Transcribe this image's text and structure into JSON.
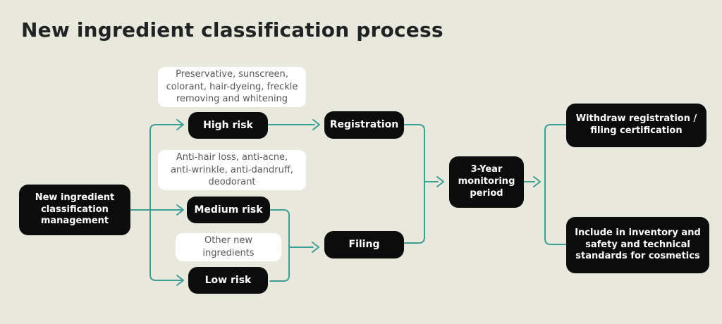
{
  "title": "New ingredient classification process",
  "colors": {
    "background": "#e9e8dc",
    "title_text": "#1f2323",
    "node_bg": "#0c0c0c",
    "node_text": "#ffffff",
    "note_bg": "#ffffff",
    "note_text": "#56585b",
    "connector": "#3f9d95"
  },
  "nodes": {
    "management": "New ingredient classification management",
    "high_risk": "High risk",
    "medium_risk": "Medium risk",
    "low_risk": "Low risk",
    "registration": "Registration",
    "filing": "Filing",
    "monitoring": "3-Year monitoring period",
    "withdraw": "Withdraw registration / filing certification",
    "include": "Include in inventory and safety and technical standards for cosmetics"
  },
  "notes": {
    "high_risk_note": "Preservative, sunscreen, colorant, hair-dyeing, freckle removing and whitening",
    "medium_risk_note": "Anti-hair loss, anti-acne, anti-wrinkle, anti-dandruff, deodorant",
    "low_risk_note": "Other new ingredients"
  }
}
